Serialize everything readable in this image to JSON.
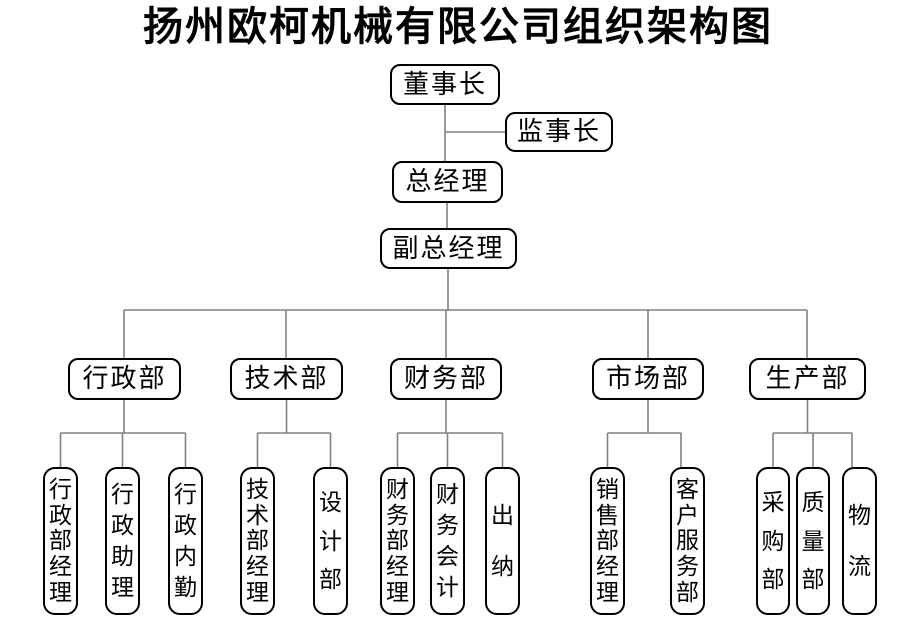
{
  "title": "扬州欧柯机械有限公司组织架构图",
  "colors": {
    "box_border": "#000000",
    "connector_line": "#808080",
    "text": "#000000",
    "background": "#ffffff"
  },
  "org": {
    "chairman": {
      "label": "董事长"
    },
    "supervisor": {
      "label": "监事长"
    },
    "general_manager": {
      "label": "总经理"
    },
    "deputy_general_manager": {
      "label": "副总经理"
    },
    "departments": [
      {
        "label": "行政部",
        "children": [
          {
            "label": "行政部经理"
          },
          {
            "label": "行政助理"
          },
          {
            "label": "行政内勤"
          }
        ]
      },
      {
        "label": "技术部",
        "children": [
          {
            "label": "技术部经理"
          },
          {
            "label": "设计部"
          }
        ]
      },
      {
        "label": "财务部",
        "children": [
          {
            "label": "财务部经理"
          },
          {
            "label": "财务会计"
          },
          {
            "label": "出纳"
          }
        ]
      },
      {
        "label": "市场部",
        "children": [
          {
            "label": "销售部经理"
          },
          {
            "label": "客户服务部"
          }
        ]
      },
      {
        "label": "生产部",
        "children": [
          {
            "label": "采购部"
          },
          {
            "label": "质量部"
          },
          {
            "label": "物流"
          }
        ]
      }
    ]
  }
}
